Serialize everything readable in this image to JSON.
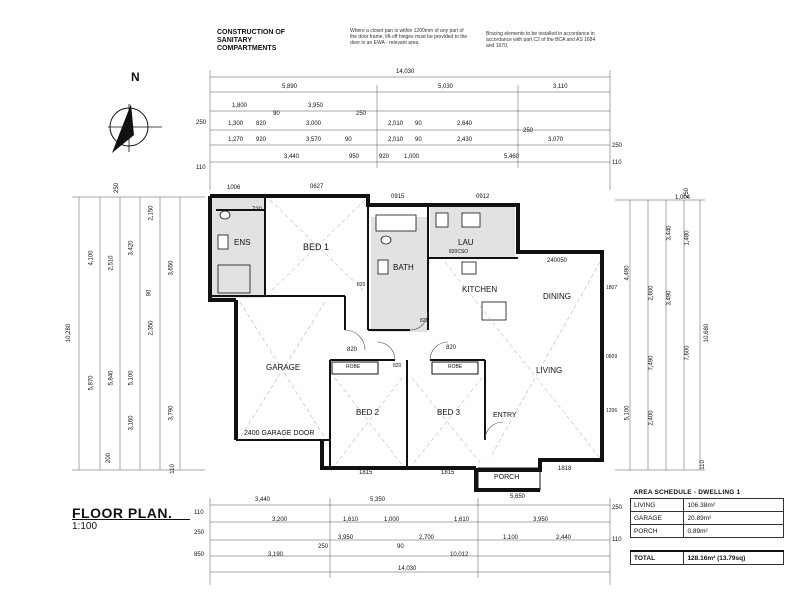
{
  "header": {
    "title_line1": "CONSTRUCTION OF",
    "title_line2": "SANITARY",
    "title_line3": "COMPARTMENTS",
    "note_center": "Where a closet pan is within 1200mm of any part of the door frame, lift-off hinges must be provided to the door in an EWA - relevant area.",
    "note_right": "Bracing elements to be installed in accordance in accordance with part C2 of the BCA and AS 1684 and 1670."
  },
  "north_label": "N",
  "plan_title": "FLOOR PLAN.",
  "plan_scale": "1:100",
  "rooms": {
    "ens": "ENS",
    "bed1": "BED 1",
    "bath": "BATH",
    "lau": "LAU",
    "kitchen": "KITCHEN",
    "dining": "DINING",
    "garage": "GARAGE",
    "living": "LIVING",
    "bed2": "BED 2",
    "bed3": "BED 3",
    "entry": "ENTRY",
    "porch": "PORCH",
    "garage_door": "2400 GARAGE DOOR",
    "robe1": "ROBE",
    "robe2": "ROBE"
  },
  "openings": {
    "w1006": "1006",
    "w0627": "0627",
    "w0915": "0915",
    "w0912": "0912",
    "w720": "720",
    "w240050": "240050",
    "w820a": "820",
    "w820b": "820",
    "w820c": "820",
    "w820d": "820",
    "w820e": "820",
    "w820cso": "820CSO",
    "w1815a": "1815",
    "w1815b": "1815",
    "w1818": "1818",
    "w1807": "1807",
    "w0609": "0609",
    "w1206": "1206"
  },
  "dims_top": {
    "total": "14,030",
    "a1": "5,890",
    "a2": "5,030",
    "a3": "3,110",
    "b1": "1,800",
    "b2": "3,950",
    "b3": "250",
    "c1": "1,300",
    "c2": "820",
    "c3": "90",
    "c4": "3,000",
    "c5": "2,010",
    "c6": "90",
    "c7": "2,640",
    "c8": "250",
    "d1": "1,270",
    "d2": "920",
    "d3": "3,570",
    "d4": "90",
    "d5": "2,010",
    "d6": "90",
    "d7": "2,430",
    "d8": "3,070",
    "e1": "3,440",
    "e2": "950",
    "e3": "920",
    "e4": "1,000",
    "e5": "5,460",
    "edge": "250",
    "edge2": "110"
  },
  "dims_bottom": {
    "r1a": "3,440",
    "r1b": "5,350",
    "r2a": "3,200",
    "r2b": "1,610",
    "r2c": "1,000",
    "r2d": "1,610",
    "r2e": "3,950",
    "r3a": "3,950",
    "r3b": "2,700",
    "r3c": "1,100",
    "r3d": "2,440",
    "r4a": "3,190",
    "r4b": "10,012",
    "total": "14,030",
    "porch": "5,650",
    "edge": "250",
    "edge2": "110",
    "e90": "90",
    "e850": "850",
    "e250b": "250"
  },
  "dims_left": {
    "total": "10,280",
    "a": "4,100",
    "b": "2,510",
    "c": "3,420",
    "d": "3,160",
    "e": "5,870",
    "f": "5,840",
    "g": "5,100",
    "h": "3,650",
    "i": "2,350",
    "j": "3,790",
    "k": "2,150",
    "edge": "250",
    "edge2": "110",
    "e90": "90",
    "e200": "200"
  },
  "dims_right": {
    "total": "10,680",
    "a": "1,480",
    "b": "3,440",
    "c": "4,490",
    "d": "2,600",
    "e": "7,490",
    "f": "5,100",
    "g": "3,490",
    "h": "2,400",
    "i": "7,600",
    "j": "1,004",
    "edge": "250",
    "edge2": "110"
  },
  "area_schedule": {
    "heading": "AREA SCHEDULE - DWELLING 1",
    "rows": [
      {
        "label": "LIVING",
        "value": "106.38m²"
      },
      {
        "label": "GARAGE",
        "value": "20.89m²"
      },
      {
        "label": "PORCH",
        "value": "0.89m²"
      }
    ],
    "total_label": "TOTAL",
    "total_value": "128.16m² (13.79sq)"
  }
}
